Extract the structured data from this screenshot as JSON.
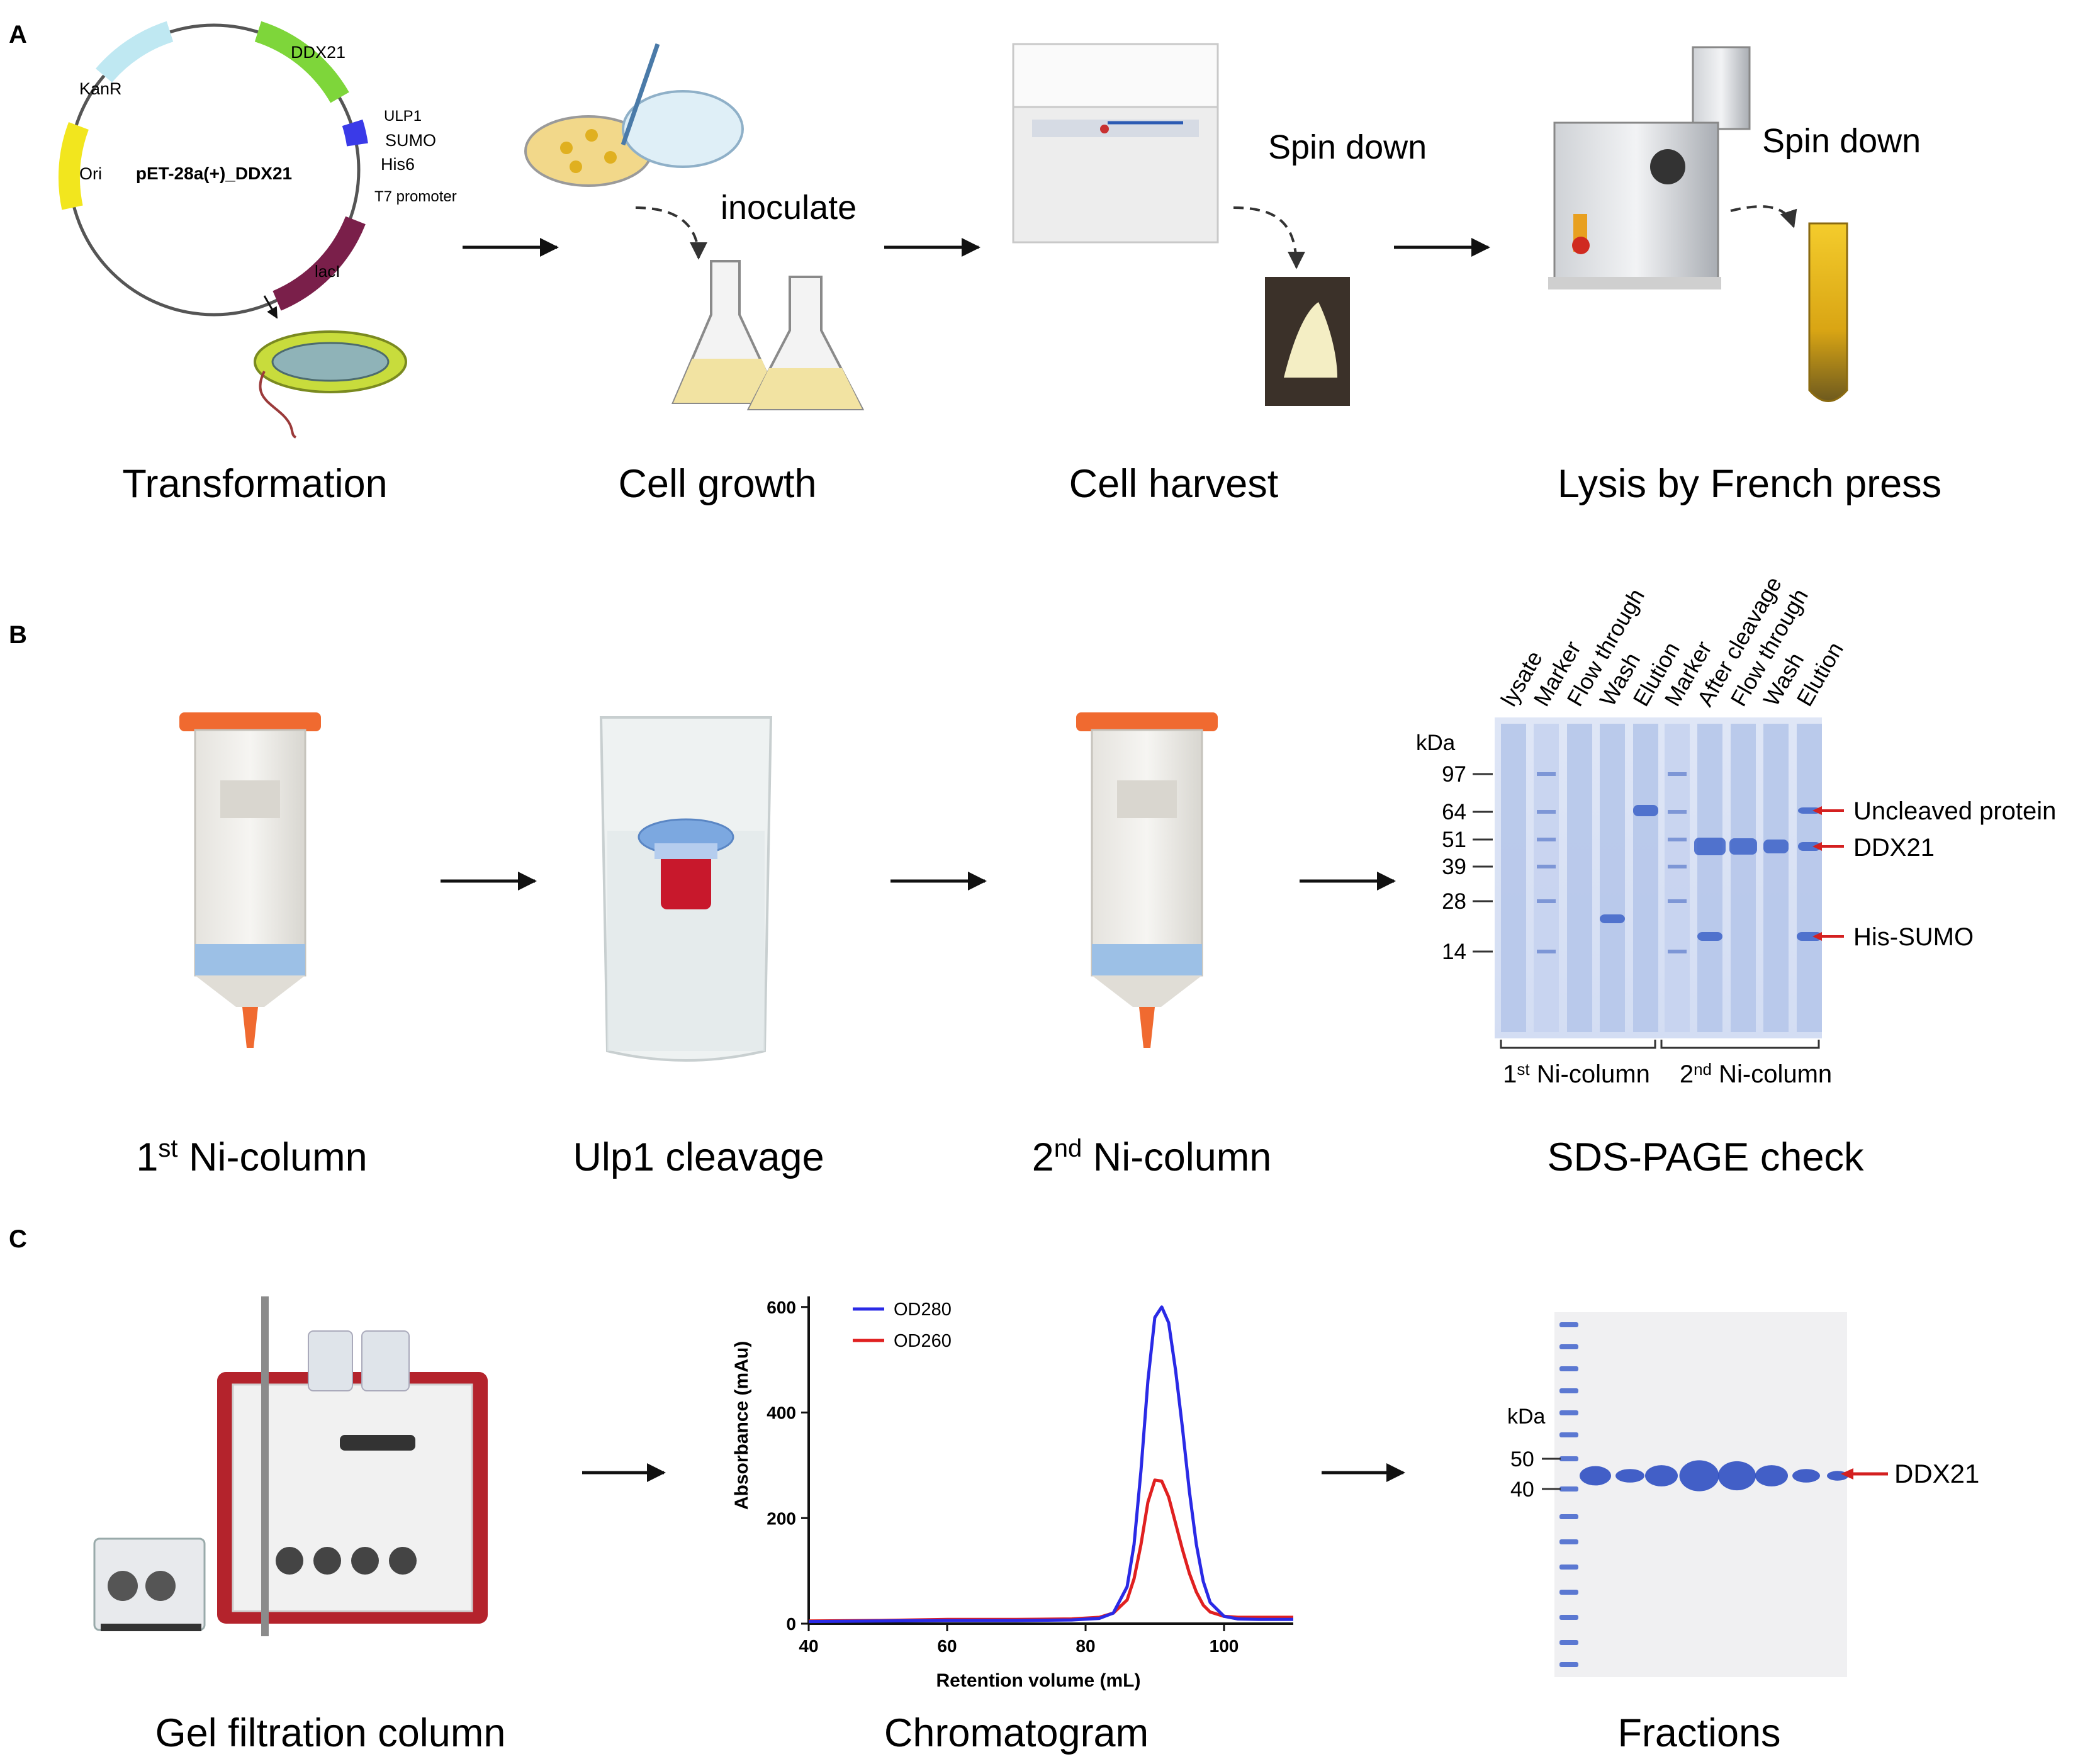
{
  "panel_a": {
    "letter": "A",
    "plasmid": {
      "name": "pET-28a(+)_DDX21",
      "features": [
        "DDX21",
        "ULP1",
        "SUMO",
        "His6",
        "T7 promoter",
        "lacI",
        "KanR",
        "Ori"
      ],
      "colors": {
        "DDX21": "#7ed63a",
        "KanR": "#bfe8f2",
        "Ori": "#f2e61e",
        "SUMO": "#3a3ae8",
        "lacI": "#7a1f4a"
      }
    },
    "labels": {
      "inoculate": "inoculate",
      "spin_down_1": "Spin down",
      "spin_down_2": "Spin down"
    },
    "steps": [
      "Transformation",
      "Cell growth",
      "Cell harvest",
      "Lysis by French press"
    ]
  },
  "panel_b": {
    "letter": "B",
    "step1": {
      "base": "1",
      "sup": "st",
      "rest": " Ni-column"
    },
    "step2": {
      "label": "Ulp1 cleavage"
    },
    "step3": {
      "base": "2",
      "sup": "nd",
      "rest": " Ni-column"
    },
    "step4": {
      "label": "SDS-PAGE check"
    },
    "gel": {
      "unit": "kDa",
      "markers": [
        "97",
        "64",
        "51",
        "39",
        "28",
        "14"
      ],
      "lanes": [
        "lysate",
        "Marker",
        "Flow through",
        "Wash",
        "Elution",
        "Marker",
        "After cleavage",
        "Flow through",
        "Wash",
        "Elution"
      ],
      "bands": [
        "Uncleaved protein",
        "DDX21",
        "His-SUMO"
      ],
      "group1": {
        "base": "1",
        "sup": "st",
        "rest": " Ni-column"
      },
      "group2": {
        "base": "2",
        "sup": "nd",
        "rest": " Ni-column"
      },
      "arrow_color": "#d42020"
    }
  },
  "panel_c": {
    "letter": "C",
    "steps": [
      "Gel filtration column",
      "Chromatogram",
      "Fractions"
    ],
    "fractions_gel": {
      "unit": "kDa",
      "markers": [
        "50",
        "40"
      ],
      "band": "DDX21"
    }
  },
  "chart_data": {
    "type": "line",
    "title": "",
    "xlabel": "Retention volume (mL)",
    "ylabel": "Absorbance (mAu)",
    "xlim": [
      40,
      110
    ],
    "ylim": [
      0,
      620
    ],
    "xticks": [
      40,
      60,
      80,
      100
    ],
    "yticks": [
      0,
      200,
      400,
      600
    ],
    "legend": "top-left",
    "series": [
      {
        "name": "OD280",
        "color": "#2a2ae6",
        "x": [
          40,
          50,
          60,
          70,
          78,
          82,
          84,
          86,
          87,
          88,
          89,
          90,
          91,
          92,
          93,
          94,
          95,
          96,
          97,
          98,
          100,
          102,
          105,
          110
        ],
        "y": [
          4,
          5,
          6,
          6,
          7,
          10,
          20,
          70,
          150,
          290,
          460,
          580,
          600,
          570,
          480,
          370,
          250,
          150,
          80,
          40,
          14,
          9,
          8,
          8
        ]
      },
      {
        "name": "OD260",
        "color": "#e02020",
        "x": [
          40,
          50,
          60,
          70,
          78,
          82,
          84,
          86,
          87,
          88,
          89,
          90,
          91,
          92,
          93,
          94,
          95,
          96,
          97,
          98,
          100,
          102,
          105,
          110
        ],
        "y": [
          5,
          6,
          8,
          8,
          9,
          12,
          20,
          45,
          85,
          150,
          230,
          272,
          270,
          240,
          190,
          140,
          95,
          60,
          35,
          22,
          14,
          12,
          12,
          12
        ]
      }
    ]
  }
}
